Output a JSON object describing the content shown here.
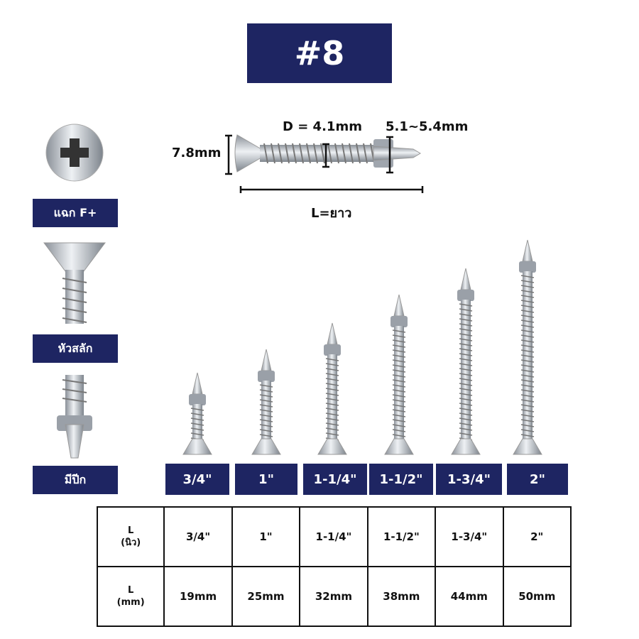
{
  "title": "#8",
  "dimensions": {
    "diameter": "D = 4.1mm",
    "wing": "5.1~5.4mm",
    "head": "7.8mm",
    "length": "L=ยาว"
  },
  "side_labels": [
    "แฉก F+",
    "หัวสลัก",
    "มีปีก"
  ],
  "sizes": [
    "3/4\"",
    "1\"",
    "1-1/4\"",
    "1-1/2\"",
    "1-3/4\"",
    "2\""
  ],
  "table": {
    "row_headers": [
      {
        "line1": "L",
        "line2": "(นิว)"
      },
      {
        "line1": "L",
        "line2": "(mm)"
      }
    ],
    "inch": [
      "3/4\"",
      "1\"",
      "1-1/4\"",
      "1-1/2\"",
      "1-3/4\"",
      "2\""
    ],
    "mm": [
      "19mm",
      "25mm",
      "32mm",
      "38mm",
      "44mm",
      "50mm"
    ]
  },
  "colors": {
    "navy": "#1e2562"
  }
}
